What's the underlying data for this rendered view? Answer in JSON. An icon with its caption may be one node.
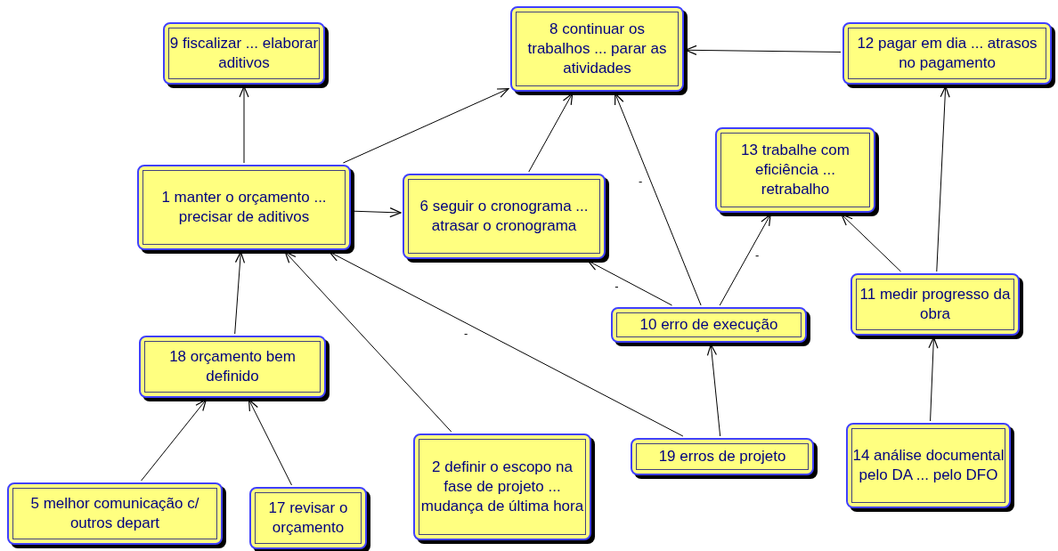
{
  "diagram": {
    "nodes": [
      {
        "text": [
          "9 fiscalizar ... elaborar aditivos"
        ]
      },
      {
        "text": [
          "8 continuar os trabalhos ... parar as atividades"
        ]
      },
      {
        "text": [
          "12 pagar em dia ... atrasos no pagamento"
        ]
      },
      {
        "text": [
          "1 manter o orçamento ... precisar de aditivos"
        ]
      },
      {
        "text": [
          "6 seguir o cronograma ... atrasar o cronograma"
        ]
      },
      {
        "text": [
          "13 trabalhe com eficiência ... retrabalho"
        ]
      },
      {
        "text": [
          "11 medir progresso da obra"
        ]
      },
      {
        "text": [
          "10 erro de execução"
        ]
      },
      {
        "text": [
          "18 orçamento bem definido"
        ]
      },
      {
        "text": [
          "2 definir o escopo na fase de projeto ... mudança de última hora"
        ]
      },
      {
        "text": [
          "19 erros de projeto"
        ]
      },
      {
        "text": [
          "14 análise documental pelo DA ... pelo DFO"
        ]
      },
      {
        "text": [
          "5 melhor comunicação c/ outros depart"
        ]
      },
      {
        "text": [
          "17 revisar o orçamento"
        ]
      }
    ],
    "edges": [
      {
        "from": 3,
        "to": 0,
        "arrow": "to"
      },
      {
        "from": 3,
        "to": 1,
        "arrow": "to"
      },
      {
        "from": 3,
        "to": 4,
        "arrow": "to"
      },
      {
        "from": 4,
        "to": 1,
        "arrow": "to"
      },
      {
        "from": 2,
        "to": 1,
        "arrow": "to"
      },
      {
        "from": 7,
        "to": 1,
        "arrow": "to",
        "label": "-"
      },
      {
        "from": 7,
        "to": 4,
        "arrow": "to",
        "label": "-"
      },
      {
        "from": 7,
        "to": 5,
        "arrow": "to",
        "label": "-"
      },
      {
        "from": 6,
        "to": 5,
        "arrow": "to"
      },
      {
        "from": 6,
        "to": 2,
        "arrow": "to"
      },
      {
        "from": 11,
        "to": 6,
        "arrow": "to"
      },
      {
        "from": 10,
        "to": 7,
        "arrow": "to"
      },
      {
        "from": 10,
        "to": 3,
        "arrow": "to",
        "label": "-"
      },
      {
        "from": 9,
        "to": 3,
        "arrow": "to"
      },
      {
        "from": 8,
        "to": 3,
        "arrow": "to"
      },
      {
        "from": 12,
        "to": 8,
        "arrow": "to"
      },
      {
        "from": 13,
        "to": 8,
        "arrow": "to"
      }
    ]
  }
}
